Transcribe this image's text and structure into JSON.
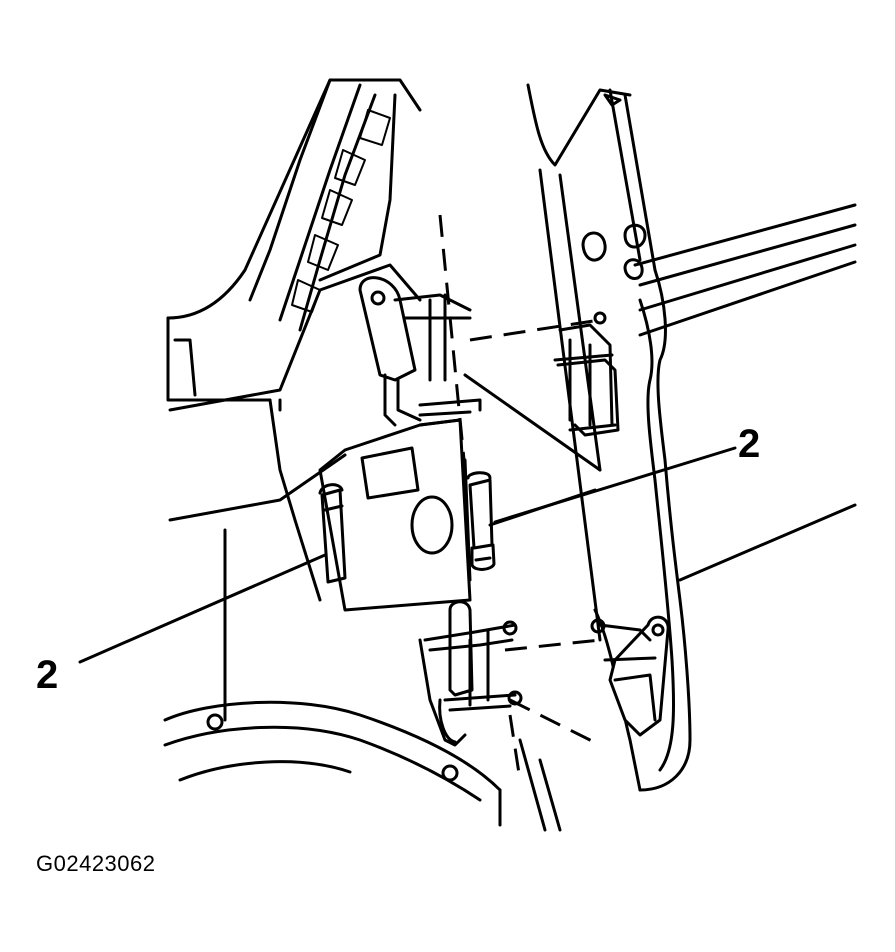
{
  "diagram": {
    "callouts": [
      {
        "id": "right",
        "label": "2",
        "target": "hinge-pin-upper"
      },
      {
        "id": "left",
        "label": "2",
        "target": "hinge-pin-lower"
      }
    ],
    "figure_id": "G02423062",
    "colors": {
      "line": "#000000",
      "background": "#ffffff"
    }
  }
}
